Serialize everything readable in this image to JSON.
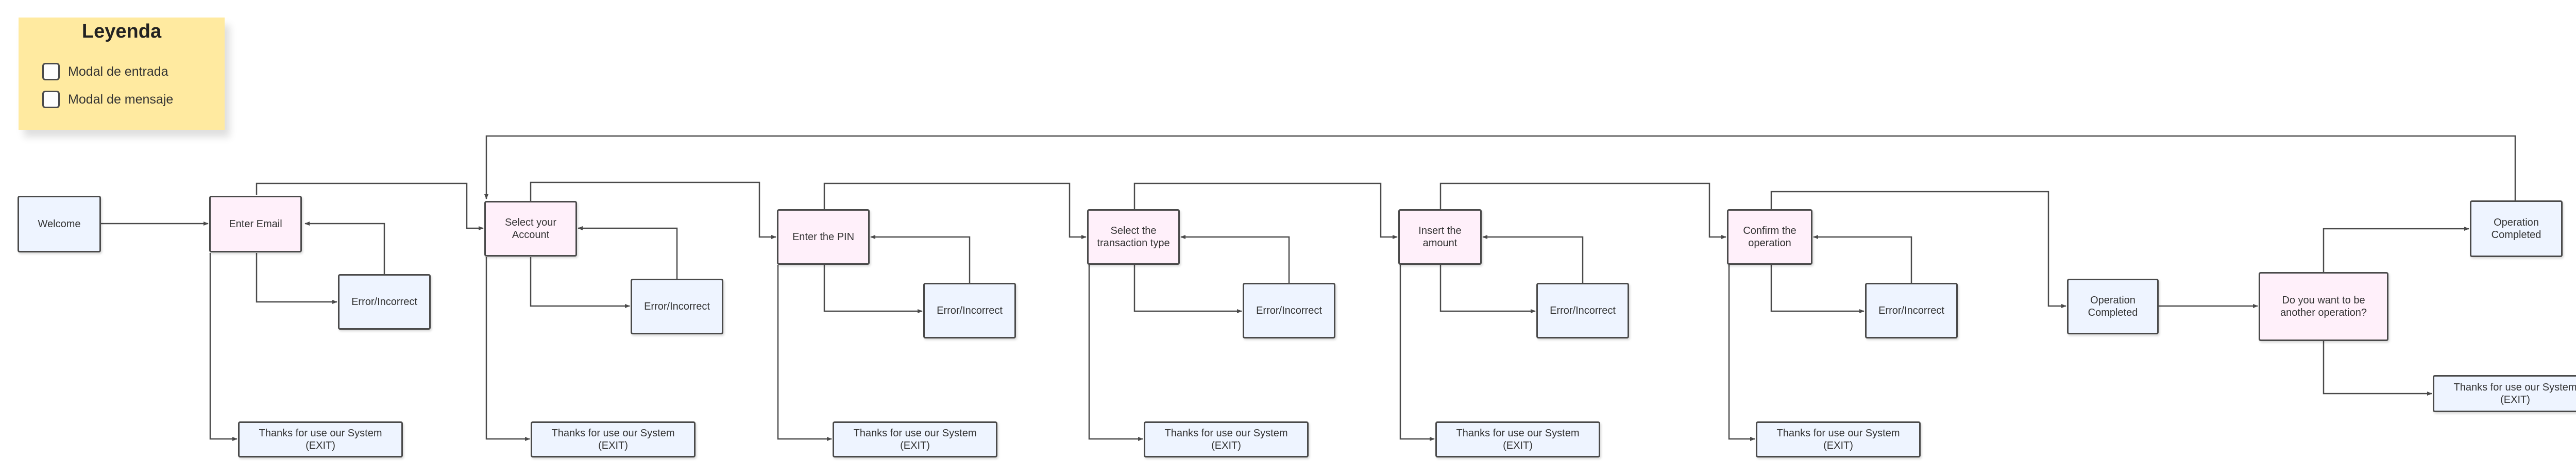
{
  "legend": {
    "title": "Leyenda",
    "entries": [
      "Modal de entrada",
      "Modal de mensaje"
    ]
  },
  "nodes": {
    "welcome": "Welcome",
    "enter_email": "Enter Email",
    "email_error": "Error/Incorrect",
    "email_exit": "Thanks for use our System (EXIT)",
    "select_account": "Select your Account",
    "account_error": "Error/Incorrect",
    "account_exit": "Thanks for use our System (EXIT)",
    "enter_pin": "Enter the PIN",
    "pin_error": "Error/Incorrect",
    "pin_exit": "Thanks for use our System (EXIT)",
    "select_transaction": "Select the transaction type",
    "transaction_error": "Error/Incorrect",
    "transaction_exit": "Thanks for use our System (EXIT)",
    "insert_amount": "Insert the amount",
    "amount_error": "Error/Incorrect",
    "amount_exit": "Thanks for use our System (EXIT)",
    "confirm_operation": "Confirm the operation",
    "confirm_error": "Error/Incorrect",
    "confirm_exit": "Thanks for use our System (EXIT)",
    "operation_completed": "Operation Completed",
    "another_operation": "Do you want to be another operation?",
    "operation_completed_final": "Operation Completed",
    "final_exit": "Thanks for use our System (EXIT)"
  }
}
